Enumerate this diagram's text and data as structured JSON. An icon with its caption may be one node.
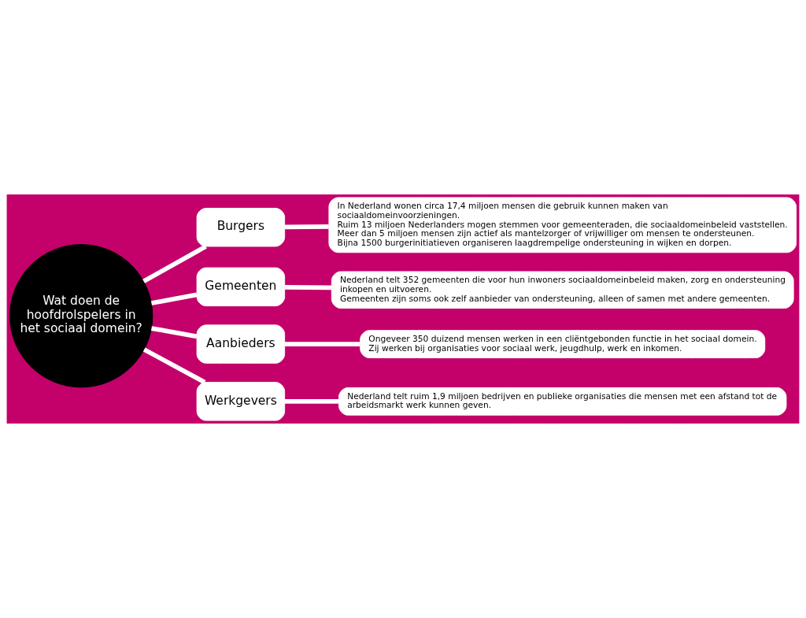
{
  "diagram": {
    "nodes": [
      {
        "text": [
          "Wat doen de hoofdrolspelers in het sociaal domein?"
        ]
      },
      {
        "text": [
          "Burgers"
        ]
      },
      {
        "text": [
          "Gemeenten"
        ]
      },
      {
        "text": [
          "Aanbieders"
        ]
      },
      {
        "text": [
          "Werkgevers"
        ]
      },
      {
        "text": [
          "In Nederland wonen circa 17,4 miljoen mensen die gebruik kunnen maken van sociaaldomeinvoorzieningen.",
          "Ruim 13 miljoen Nederlanders mogen stemmen voor gemeenteraden, die sociaaldomeinbeleid vaststellen.",
          "Meer dan 5 miljoen mensen zijn actief als mantelzorger of vrijwilliger om mensen te ondersteunen.",
          "Bijna 1500 burgerinitiatieven organiseren laagdrempelige ondersteuning in wijken en dorpen."
        ]
      },
      {
        "text": [
          "Nederland telt 352 gemeenten die voor hun inwoners sociaaldomeinbeleid maken, zorg en ondersteuning inkopen en uitvoeren.",
          "Gemeenten zijn soms ook zelf aanbieder van ondersteuning, alleen of samen met andere gemeenten."
        ]
      },
      {
        "text": [
          "Ongeveer 350 duizend mensen werken in een cliëntgebonden functie in het sociaal domein.",
          "Zij werken bij organisaties voor sociaal werk, jeugdhulp, werk en inkomen."
        ]
      },
      {
        "text": [
          "Nederland telt ruim 1,9 miljoen bedrijven en publieke organisaties die mensen met een afstand tot de arbeidsmarkt werk kunnen geven."
        ]
      }
    ],
    "edges": [
      {
        "from": 0,
        "to": 1,
        "arrow": "none"
      },
      {
        "from": 0,
        "to": 2,
        "arrow": "none"
      },
      {
        "from": 0,
        "to": 3,
        "arrow": "none"
      },
      {
        "from": 0,
        "to": 4,
        "arrow": "none"
      },
      {
        "from": 1,
        "to": 5,
        "arrow": "none"
      },
      {
        "from": 2,
        "to": 6,
        "arrow": "none"
      },
      {
        "from": 3,
        "to": 7,
        "arrow": "none"
      },
      {
        "from": 4,
        "to": 8,
        "arrow": "none"
      }
    ]
  }
}
